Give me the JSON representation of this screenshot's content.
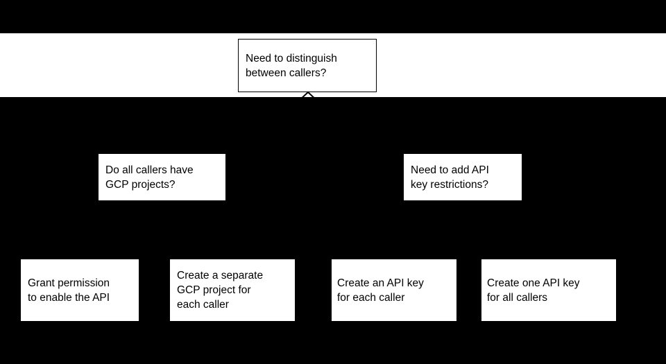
{
  "diagram": {
    "type": "decision-flowchart",
    "background_color": "#000000",
    "node_fill_color": "#ffffff",
    "node_text_color": "#000000",
    "stroke_color": "#000000",
    "band": {
      "name": "root-band",
      "color": "#ffffff"
    },
    "levels": [
      {
        "name": "root-level",
        "nodes": [
          {
            "id": "need-to-distinguish-between-callers",
            "shape": "rectangle",
            "bordered": true,
            "text": "Need to distinguish\nbetween callers?"
          }
        ]
      },
      {
        "name": "decision-level",
        "nodes": [
          {
            "id": "do-all-callers-have-gcp-projects",
            "shape": "rectangle",
            "bordered": false,
            "text": "Do all callers have\nGCP projects?"
          },
          {
            "id": "need-to-add-api-key-restrictions",
            "shape": "rectangle",
            "bordered": false,
            "text": "Need to add API\nkey restrictions?"
          }
        ]
      },
      {
        "name": "outcome-level",
        "nodes": [
          {
            "id": "grant-permission-to-enable-the-api",
            "shape": "rectangle",
            "bordered": false,
            "text": "Grant permission\nto enable the API"
          },
          {
            "id": "create-a-separate-gcp-project-for-each-caller",
            "shape": "rectangle",
            "bordered": false,
            "text": "Create a separate\nGCP project for\neach caller"
          },
          {
            "id": "create-an-api-key-for-each-caller",
            "shape": "rectangle",
            "bordered": false,
            "text": "Create an API key\nfor each caller"
          },
          {
            "id": "create-one-api-key-for-all-callers",
            "shape": "rectangle",
            "bordered": false,
            "text": "Create one API key\nfor all callers"
          }
        ]
      }
    ],
    "connectors": [
      {
        "id": "root-outgoing-chevron",
        "shape": "chevron",
        "from": "need-to-distinguish-between-callers"
      }
    ]
  }
}
